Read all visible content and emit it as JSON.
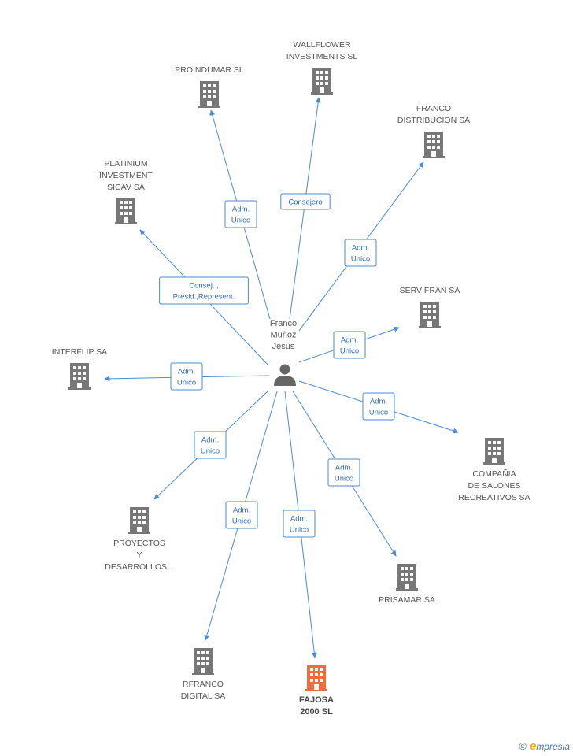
{
  "colors": {
    "edge": "#4a8bd6",
    "edge_text": "#2f6db5",
    "building": "#777777",
    "building_primary": "#f26b3a",
    "person": "#666666",
    "label": "#555555"
  },
  "person": {
    "id": "franco",
    "label_lines": [
      "Franco",
      "Muñoz",
      "Jesus"
    ],
    "icon": "person-icon"
  },
  "companies": [
    {
      "id": "wallflower",
      "label_lines": [
        "WALLFLOWER",
        "INVESTMENTS SL"
      ],
      "icon": "building-icon"
    },
    {
      "id": "proindumar",
      "label_lines": [
        "PROINDUMAR SL"
      ],
      "icon": "building-icon"
    },
    {
      "id": "franco-distribucion",
      "label_lines": [
        "FRANCO",
        "DISTRIBUCION SA"
      ],
      "icon": "building-icon"
    },
    {
      "id": "platinium",
      "label_lines": [
        "PLATINIUM",
        "INVESTMENT",
        "SICAV SA"
      ],
      "icon": "building-icon"
    },
    {
      "id": "servifran",
      "label_lines": [
        "SERVIFRAN SA"
      ],
      "icon": "building-icon"
    },
    {
      "id": "interflip",
      "label_lines": [
        "INTERFLIP SA"
      ],
      "icon": "building-icon"
    },
    {
      "id": "compania-salones",
      "label_lines": [
        "COMPAÑIA",
        "DE SALONES",
        "RECREATIVOS SA"
      ],
      "icon": "building-icon"
    },
    {
      "id": "proyectos",
      "label_lines": [
        "PROYECTOS",
        "Y",
        "DESARROLLOS..."
      ],
      "icon": "building-icon"
    },
    {
      "id": "prisamar",
      "label_lines": [
        "PRISAMAR SA"
      ],
      "icon": "building-icon"
    },
    {
      "id": "rfranco",
      "label_lines": [
        "RFRANCO",
        "DIGITAL SA"
      ],
      "icon": "building-icon"
    },
    {
      "id": "fajosa",
      "label_lines": [
        "FAJOSA",
        "2000 SL"
      ],
      "icon": "building-icon",
      "primary": true
    }
  ],
  "edges": [
    {
      "to": "wallflower",
      "role_lines": [
        "Consejero"
      ]
    },
    {
      "to": "proindumar",
      "role_lines": [
        "Adm.",
        "Unico"
      ]
    },
    {
      "to": "franco-distribucion",
      "role_lines": [
        "Adm.",
        "Unico"
      ]
    },
    {
      "to": "platinium",
      "role_lines": [
        "Consej. ,",
        "Presid.,Represent."
      ]
    },
    {
      "to": "servifran",
      "role_lines": [
        "Adm.",
        "Unico"
      ]
    },
    {
      "to": "interflip",
      "role_lines": [
        "Adm.",
        "Unico"
      ]
    },
    {
      "to": "compania-salones",
      "role_lines": [
        "Adm.",
        "Unico"
      ]
    },
    {
      "to": "proyectos",
      "role_lines": [
        "Adm.",
        "Unico"
      ]
    },
    {
      "to": "prisamar",
      "role_lines": [
        "Adm.",
        "Unico"
      ]
    },
    {
      "to": "rfranco",
      "role_lines": [
        "Adm.",
        "Unico"
      ]
    },
    {
      "to": "fajosa",
      "role_lines": [
        "Adm.",
        "Unico"
      ]
    }
  ],
  "footer": {
    "copyright": "©",
    "brand_initial": "e",
    "brand_rest": "mpresia"
  }
}
